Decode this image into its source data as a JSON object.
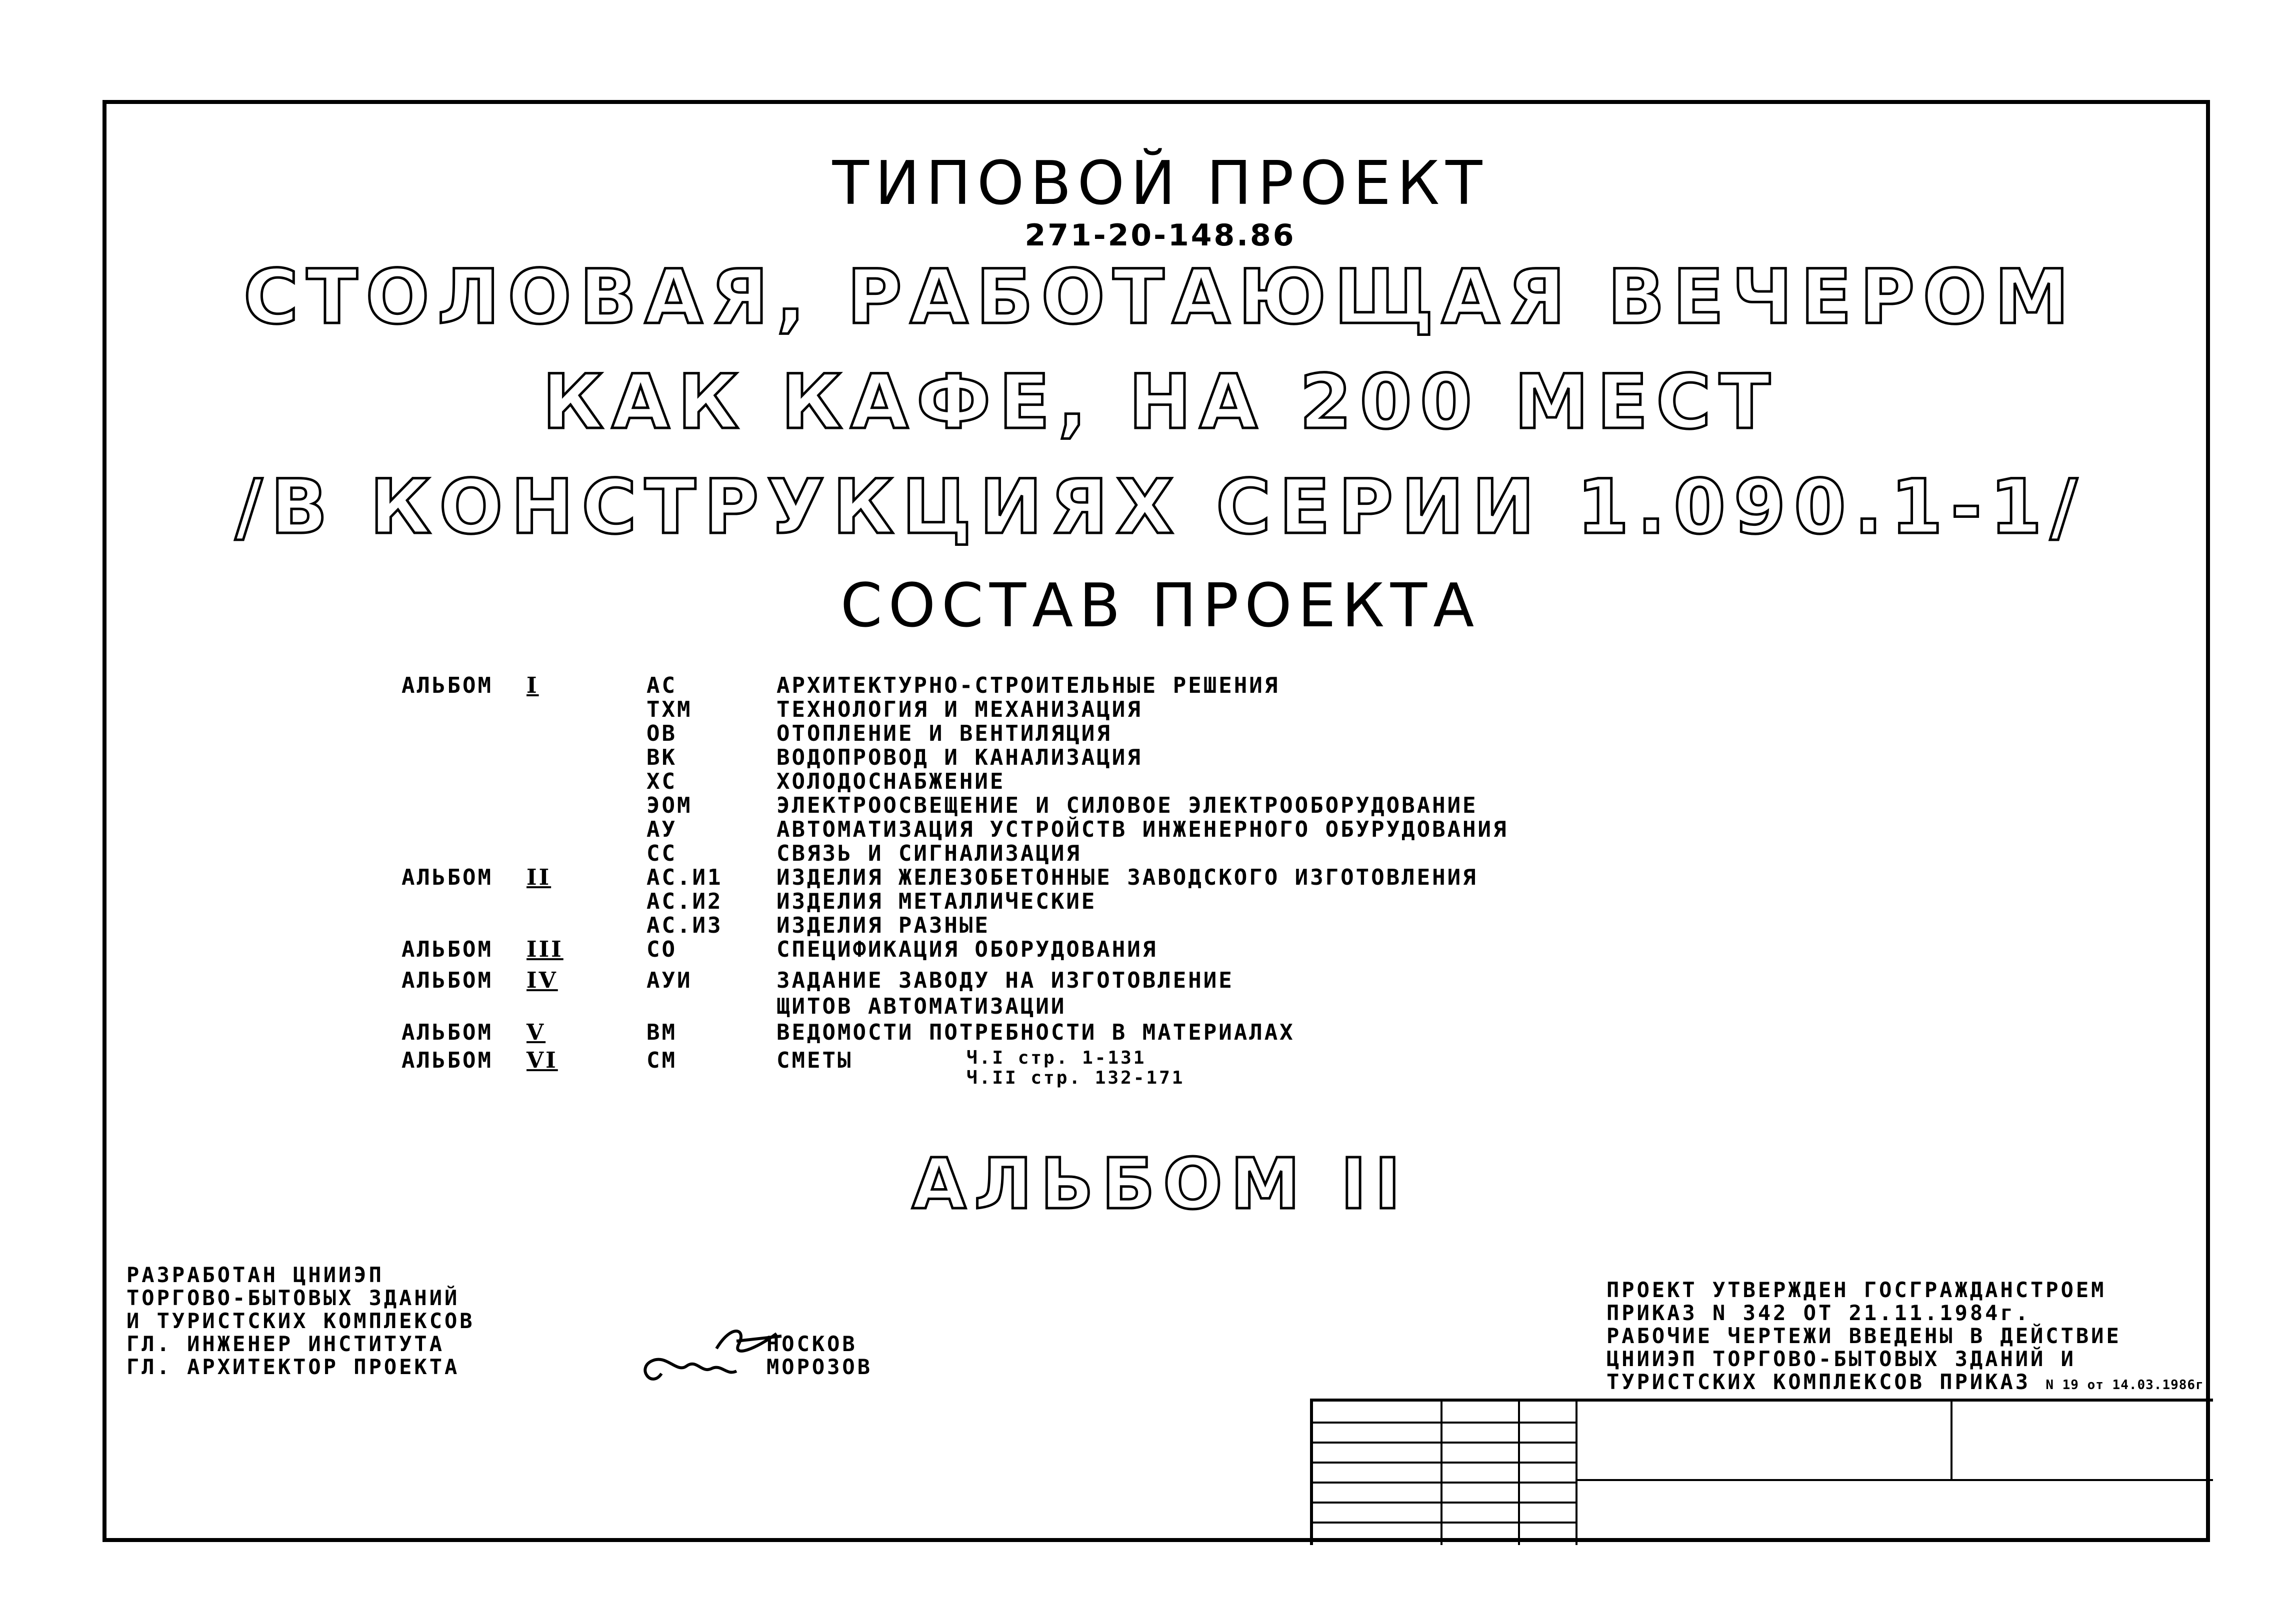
{
  "header": {
    "project_type": "ТИПОВОЙ ПРОЕКТ",
    "project_number": "271-20-148.86"
  },
  "title": {
    "line1": "СТОЛОВАЯ, РАБОТАЮЩАЯ ВЕЧЕРОМ",
    "line2": "КАК КАФЕ, НА 200 МЕСТ",
    "line3": "/В КОНСТРУКЦИЯХ СЕРИИ 1.090.1-1/"
  },
  "composition": {
    "heading": "СОСТАВ ПРОЕКТА",
    "rows": [
      {
        "album": "АЛЬБОМ",
        "roman": "I",
        "code": "АС",
        "desc": "АРХИТЕКТУРНО-СТРОИТЕЛЬНЫЕ РЕШЕНИЯ"
      },
      {
        "album": "",
        "roman": "",
        "code": "ТХМ",
        "desc": "ТЕХНОЛОГИЯ И МЕХАНИЗАЦИЯ"
      },
      {
        "album": "",
        "roman": "",
        "code": "ОВ",
        "desc": "ОТОПЛЕНИЕ И ВЕНТИЛЯЦИЯ"
      },
      {
        "album": "",
        "roman": "",
        "code": "ВК",
        "desc": "ВОДОПРОВОД И КАНАЛИЗАЦИЯ"
      },
      {
        "album": "",
        "roman": "",
        "code": "ХС",
        "desc": "ХОЛОДОСНАБЖЕНИЕ"
      },
      {
        "album": "",
        "roman": "",
        "code": "ЭОМ",
        "desc": "ЭЛЕКТРООСВЕЩЕНИЕ И СИЛОВОЕ ЭЛЕКТРООБОРУДОВАНИЕ"
      },
      {
        "album": "",
        "roman": "",
        "code": "АУ",
        "desc": "АВТОМАТИЗАЦИЯ УСТРОЙСТВ ИНЖЕНЕРНОГО ОБУРУДОВАНИЯ"
      },
      {
        "album": "",
        "roman": "",
        "code": "СС",
        "desc": "СВЯЗЬ И СИГНАЛИЗАЦИЯ"
      },
      {
        "album": "АЛЬБОМ",
        "roman": "II",
        "code": "АС.И1",
        "desc": "ИЗДЕЛИЯ ЖЕЛЕЗОБЕТОННЫЕ ЗАВОДСКОГО ИЗГОТОВЛЕНИЯ"
      },
      {
        "album": "",
        "roman": "",
        "code": "АС.И2",
        "desc": "ИЗДЕЛИЯ МЕТАЛЛИЧЕСКИЕ"
      },
      {
        "album": "",
        "roman": "",
        "code": "АС.И3",
        "desc": "ИЗДЕЛИЯ РАЗНЫЕ"
      },
      {
        "album": "АЛЬБОМ",
        "roman": "III",
        "code": "СО",
        "desc": "СПЕЦИФИКАЦИЯ ОБОРУДОВАНИЯ"
      },
      {
        "album": "АЛЬБОМ",
        "roman": "IV",
        "code": "АУИ",
        "desc": "ЗАДАНИЕ ЗАВОДУ НА ИЗГОТОВЛЕНИЕ"
      },
      {
        "album": "",
        "roman": "",
        "code": "",
        "desc": "ЩИТОВ АВТОМАТИЗАЦИИ"
      },
      {
        "album": "АЛЬБОМ",
        "roman": "V",
        "code": "ВМ",
        "desc": "ВЕДОМОСТИ ПОТРЕБНОСТИ В МАТЕРИАЛАХ"
      },
      {
        "album": "АЛЬБОМ",
        "roman": "VI",
        "code": "СМ",
        "desc": "СМЕТЫ"
      }
    ],
    "smety_part1": "Ч.I стр. 1-131",
    "smety_part2": "Ч.II стр. 132-171"
  },
  "album_label": "АЛЬБОМ II",
  "developer": {
    "line1": "РАЗРАБОТАН ЦНИИЭП",
    "line2": "ТОРГОВО-БЫТОВЫХ ЗДАНИЙ",
    "line3": "И ТУРИСТСКИХ КОМПЛЕКСОВ",
    "chief_engineer_role": "ГЛ. ИНЖЕНЕР ИНСТИТУТА",
    "chief_engineer_name": "НОСКОВ",
    "chief_architect_role": "ГЛ. АРХИТЕКТОР ПРОЕКТА",
    "chief_architect_name": "МОРОЗОВ"
  },
  "approval": {
    "line1": "ПРОЕКТ УТВЕРЖДЕН ГОСГРАЖДАНСТРОЕМ",
    "line2": "ПРИКАЗ N 342 ОТ 21.11.1984г.",
    "line3": "РАБОЧИЕ ЧЕРТЕЖИ ВВЕДЕНЫ В ДЕЙСТВИЕ",
    "line4": "ЦНИИЭП ТОРГОВО-БЫТОВЫХ ЗДАНИЙ И",
    "line5": "ТУРИСТСКИХ КОМПЛЕКСОВ ПРИКАЗ",
    "order_ref": "N 19 от 14.03.1986г."
  }
}
